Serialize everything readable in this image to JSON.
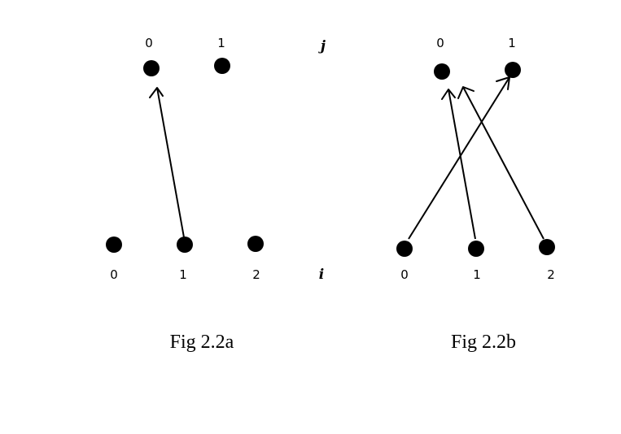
{
  "figures": [
    {
      "caption": "Fig 2.2a",
      "j_nodes": [
        "0",
        "1"
      ],
      "i_nodes": [
        "0",
        "1",
        "2"
      ],
      "j_label": "j",
      "i_label": "i",
      "edges": [
        {
          "from": "1",
          "to": "0"
        }
      ]
    },
    {
      "caption": "Fig 2.2b",
      "j_nodes": [
        "0",
        "1"
      ],
      "i_nodes": [
        "0",
        "1",
        "2"
      ],
      "edges": [
        {
          "from": "0",
          "to": "1"
        },
        {
          "from": "1",
          "to": "0"
        },
        {
          "from": "2",
          "to": "0"
        }
      ]
    }
  ]
}
